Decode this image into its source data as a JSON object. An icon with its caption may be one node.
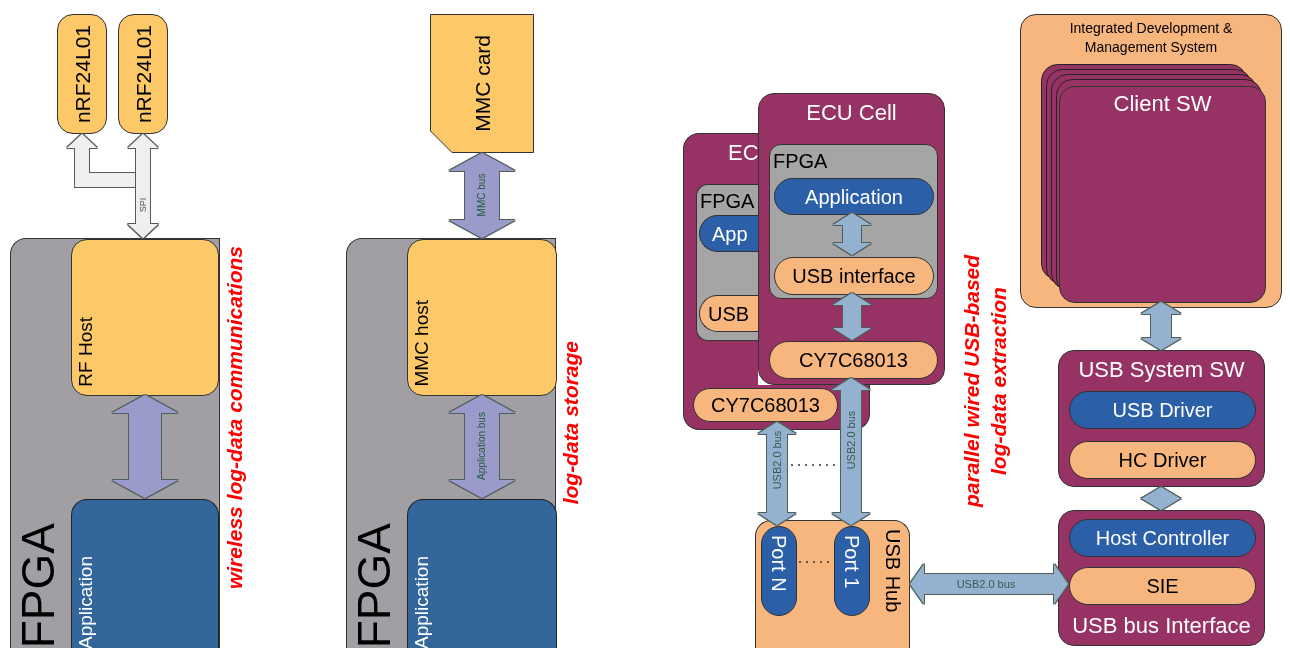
{
  "diagram": {
    "nodes": [
      {
        "text": [
          "FPGA"
        ]
      },
      {
        "text": [
          "RF Host"
        ],
        "in": 0
      },
      {
        "text": [
          "Application"
        ],
        "in": 0
      },
      {
        "text": [
          "nRF24L01"
        ]
      },
      {
        "text": [
          "nRF24L01"
        ]
      },
      {
        "text": [
          "FPGA"
        ]
      },
      {
        "text": [
          "MMC host"
        ],
        "in": 5
      },
      {
        "text": [
          "Application"
        ],
        "in": 5
      },
      {
        "text": [
          "MMC card"
        ]
      },
      {
        "text": [
          "EC"
        ]
      },
      {
        "text": [
          "FPGA"
        ],
        "in": 9
      },
      {
        "text": [
          "App"
        ],
        "in": 10
      },
      {
        "text": [
          "USB"
        ],
        "in": 10
      },
      {
        "text": [
          "CY7C68013"
        ]
      },
      {
        "text": [
          "ECU Cell"
        ]
      },
      {
        "text": [
          "FPGA"
        ],
        "in": 14
      },
      {
        "text": [
          "Application"
        ],
        "in": 15
      },
      {
        "text": [
          "USB interface"
        ],
        "in": 15
      },
      {
        "text": [
          "CY7C68013"
        ],
        "in": 14
      },
      {
        "text": [
          "USB Hub"
        ]
      },
      {
        "text": [
          "Port N"
        ],
        "in": 19
      },
      {
        "text": [
          "Port 1"
        ],
        "in": 19
      },
      {
        "text": [
          "Integrated Development & Management System"
        ]
      },
      {
        "text": [
          "Client SW"
        ],
        "in": 22
      },
      {
        "text": [
          "USB System SW"
        ]
      },
      {
        "text": [
          "USB Driver"
        ],
        "in": 24
      },
      {
        "text": [
          "HC Driver"
        ],
        "in": 24
      },
      {
        "text": [
          "USB bus Interface"
        ]
      },
      {
        "text": [
          "Host Controller"
        ],
        "in": 27
      },
      {
        "text": [
          "SIE"
        ],
        "in": 27
      }
    ],
    "edges": [
      {
        "from": 1,
        "to": 3,
        "arrow": "both",
        "color": "#efefef"
      },
      {
        "from": 1,
        "to": 4,
        "arrow": "both",
        "label": "SPI",
        "color": "#efefef"
      },
      {
        "from": 1,
        "to": 2,
        "arrow": "both",
        "color": "#9b9bcb"
      },
      {
        "from": 8,
        "to": 6,
        "arrow": "both",
        "label": "MMC bus",
        "color": "#9b9bcb"
      },
      {
        "from": 6,
        "to": 7,
        "arrow": "both",
        "label": "Application bus",
        "color": "#9b9bcb"
      },
      {
        "from": 16,
        "to": 17,
        "arrow": "both"
      },
      {
        "from": 17,
        "to": 18,
        "arrow": "both"
      },
      {
        "from": 13,
        "to": 20,
        "arrow": "both",
        "label": "USB2.0 bus"
      },
      {
        "from": 18,
        "to": 21,
        "arrow": "both",
        "label": "USB2.0 bus"
      },
      {
        "from": 19,
        "to": 29,
        "arrow": "both",
        "label": "USB2.0 bus"
      },
      {
        "from": 23,
        "to": 24,
        "arrow": "both"
      },
      {
        "from": 24,
        "to": 27,
        "arrow": "both"
      }
    ],
    "labels": [
      "wireless log-data communications",
      "log-data storage",
      "parallel wired USB-based log-data extraction"
    ]
  }
}
